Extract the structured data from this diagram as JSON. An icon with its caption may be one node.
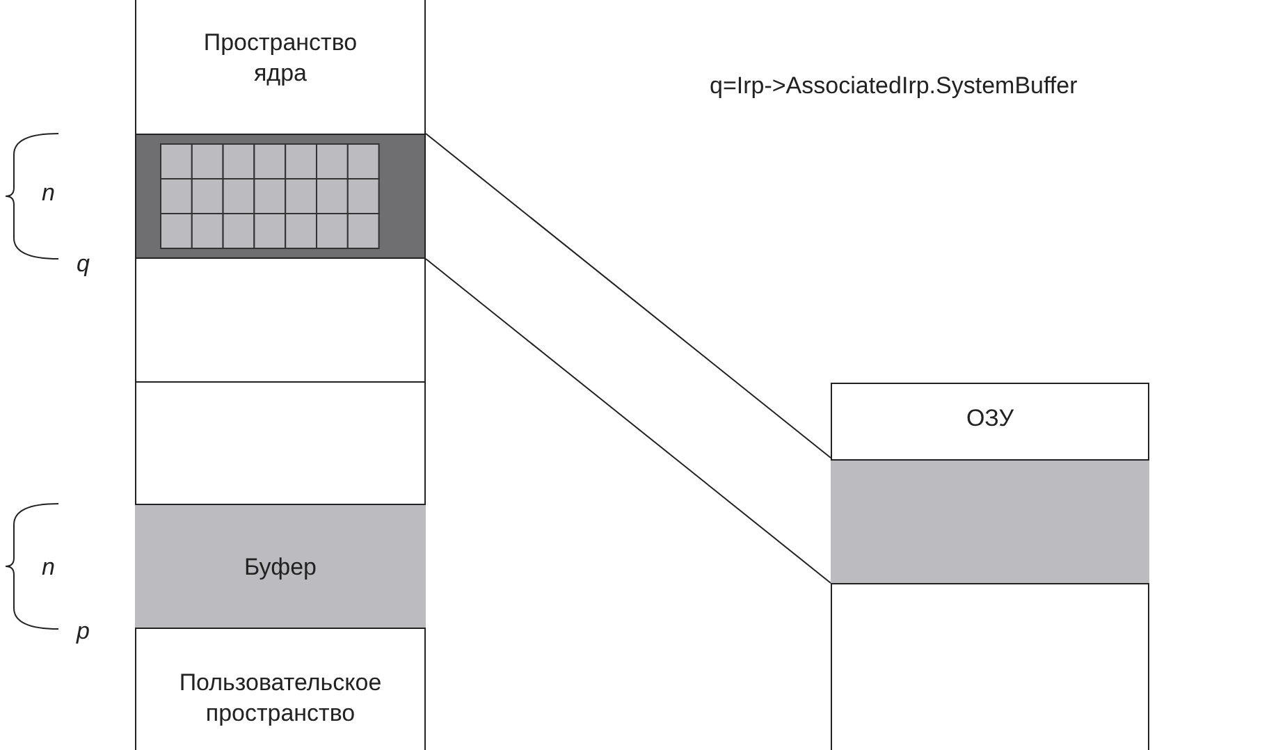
{
  "diagram": {
    "nodes": [
      {
        "text": [
          "Пространство ядра"
        ]
      },
      {
        "text": [],
        "shape": "box",
        "in": 0
      },
      {
        "text": [
          "Пользовательское пространство"
        ]
      },
      {
        "text": [
          "Буфер"
        ],
        "in": 2
      },
      {
        "text": [
          "ОЗУ"
        ]
      },
      {
        "text": [],
        "shape": "box",
        "in": 4
      }
    ],
    "edges": [
      {
        "from": 1,
        "to": 5,
        "arrow": "none"
      },
      {
        "from": 1,
        "to": 5,
        "arrow": "none"
      }
    ],
    "labels": [
      "q=Irp->AssociatedIrp.SystemBuffer",
      "n",
      "q",
      "n",
      "p"
    ]
  }
}
